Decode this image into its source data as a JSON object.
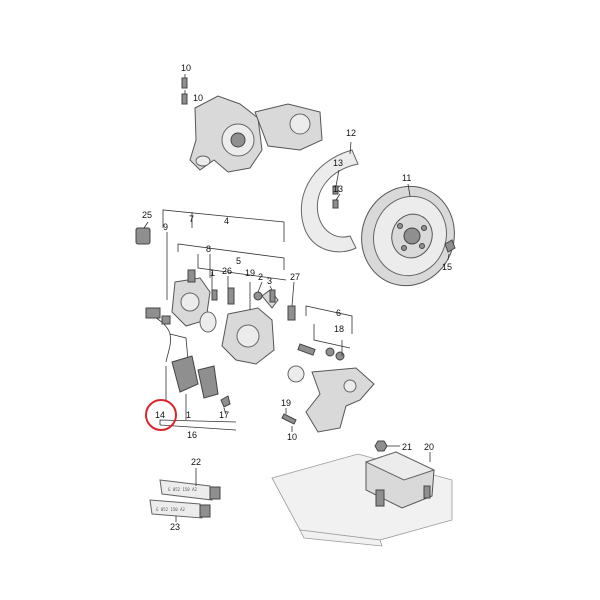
{
  "labels": {
    "n1": "1",
    "n2": "2",
    "n3": "3",
    "n4": "4",
    "n5": "5",
    "n6": "6",
    "n7": "7",
    "n8": "8",
    "n9": "9",
    "n10a": "10",
    "n10b": "10",
    "n10c": "10",
    "n11": "11",
    "n12": "12",
    "n13a": "13",
    "n13b": "13",
    "n14": "14",
    "n15": "15",
    "n16": "16",
    "n17": "17",
    "n18": "18",
    "n19a": "19",
    "n19b": "19",
    "n20": "20",
    "n21": "21",
    "n22": "22",
    "n23": "23",
    "n25": "25",
    "n26": "26",
    "n27": "27"
  },
  "highlight": {
    "label": "14",
    "color": "#d9262c"
  },
  "colors": {
    "line": "#333333",
    "part": "#d9d9d9",
    "highlight": "#d9262c"
  }
}
